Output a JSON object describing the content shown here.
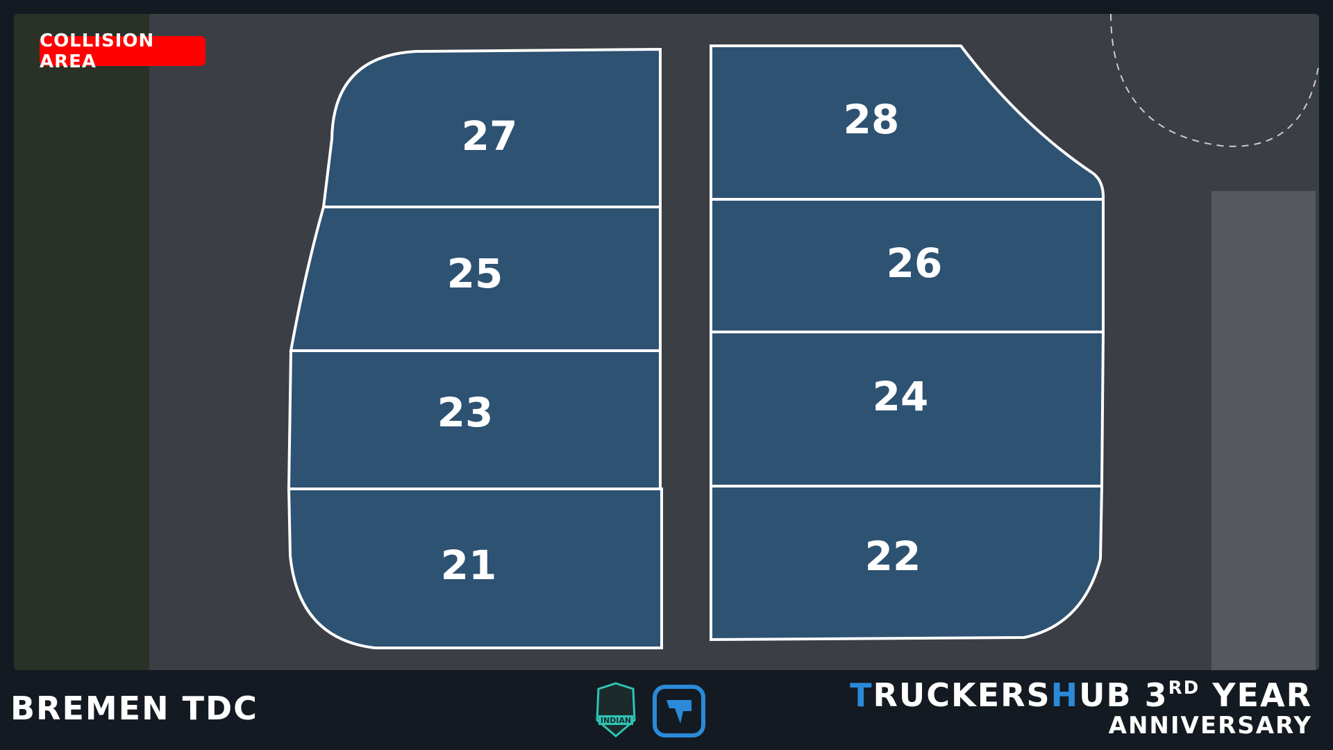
{
  "collision_label": "COLLISION AREA",
  "zones": [
    {
      "id": "27"
    },
    {
      "id": "25"
    },
    {
      "id": "23"
    },
    {
      "id": "21"
    },
    {
      "id": "28"
    },
    {
      "id": "26"
    },
    {
      "id": "24"
    },
    {
      "id": "22"
    }
  ],
  "footer": {
    "location": "BREMEN TDC",
    "title_t": "T",
    "title_part1": "RUCKERS",
    "title_h": "H",
    "title_part2": "UB 3",
    "title_sup": "RD",
    "title_part3": " YEAR",
    "subtitle": "ANNIVERSARY",
    "logo1_text": "INDIAN"
  },
  "colors": {
    "zone_fill": "#2e5478",
    "accent": "#2a8ad8",
    "badge": "#ff0000",
    "background": "#141a21"
  }
}
